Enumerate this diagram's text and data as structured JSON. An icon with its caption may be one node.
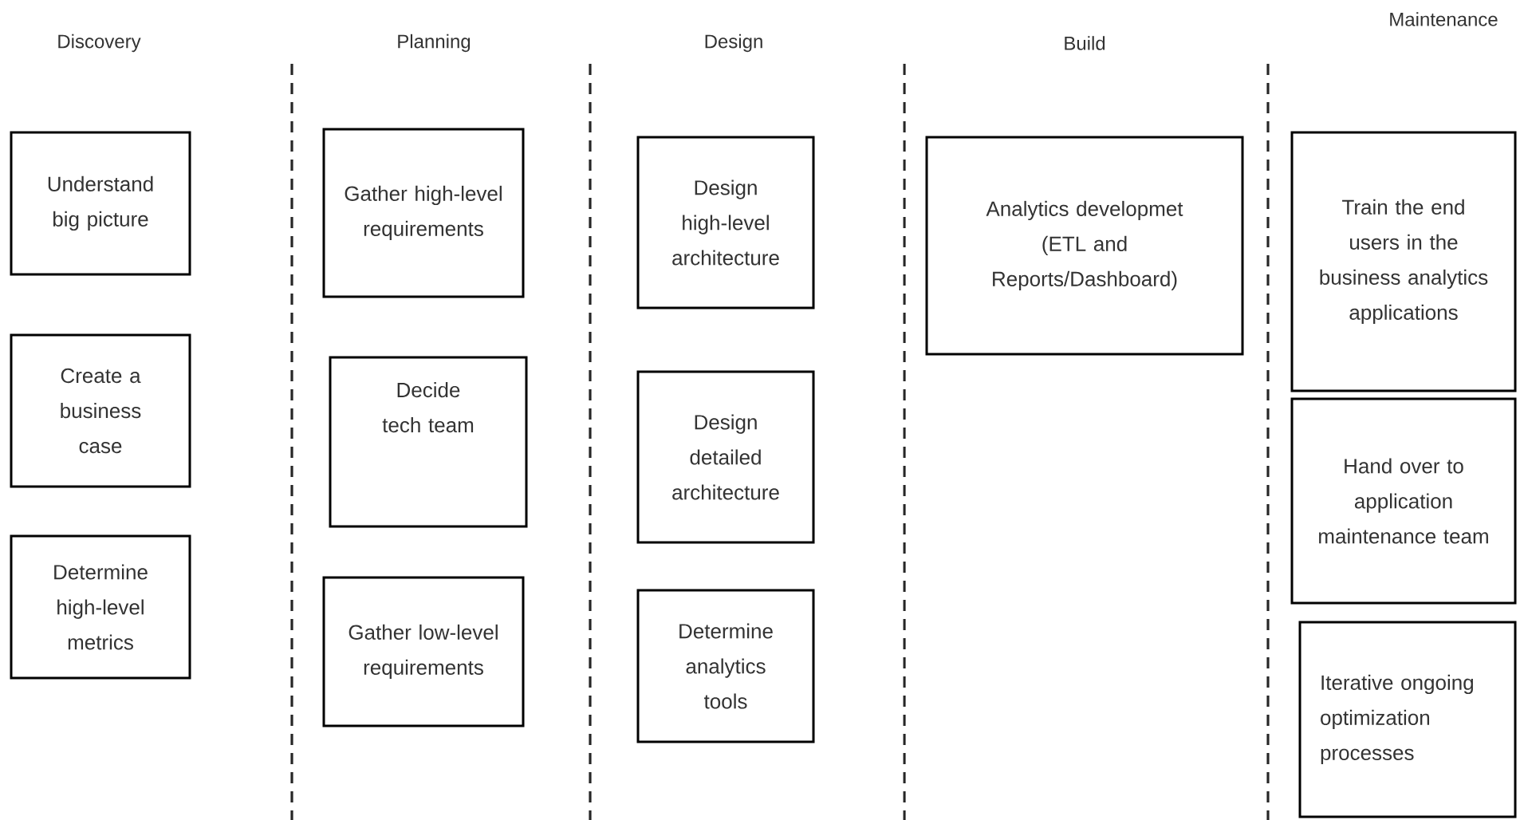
{
  "diagram": {
    "nodes": [
      {
        "text": [
          "Understand big picture"
        ]
      },
      {
        "text": [
          "Create a business case"
        ]
      },
      {
        "text": [
          "Determine high-level metrics"
        ]
      },
      {
        "text": [
          "Gather high-level requirements"
        ]
      },
      {
        "text": [
          "Decide tech team"
        ]
      },
      {
        "text": [
          "Gather low-level requirements"
        ]
      },
      {
        "text": [
          "Design high-level architecture"
        ]
      },
      {
        "text": [
          "Design detailed architecture"
        ]
      },
      {
        "text": [
          "Determine analytics tools"
        ]
      },
      {
        "text": [
          "Analytics developmet (ETL and Reports/Dashboard)"
        ]
      },
      {
        "text": [
          "Train the end users in the business analytics applications"
        ]
      },
      {
        "text": [
          "Hand over to application maintenance team"
        ]
      },
      {
        "text": [
          "Iterative ongoing optimization processes"
        ]
      }
    ],
    "labels": [
      "Discovery",
      "Planning",
      "Design",
      "Build",
      "Maintenance"
    ]
  }
}
